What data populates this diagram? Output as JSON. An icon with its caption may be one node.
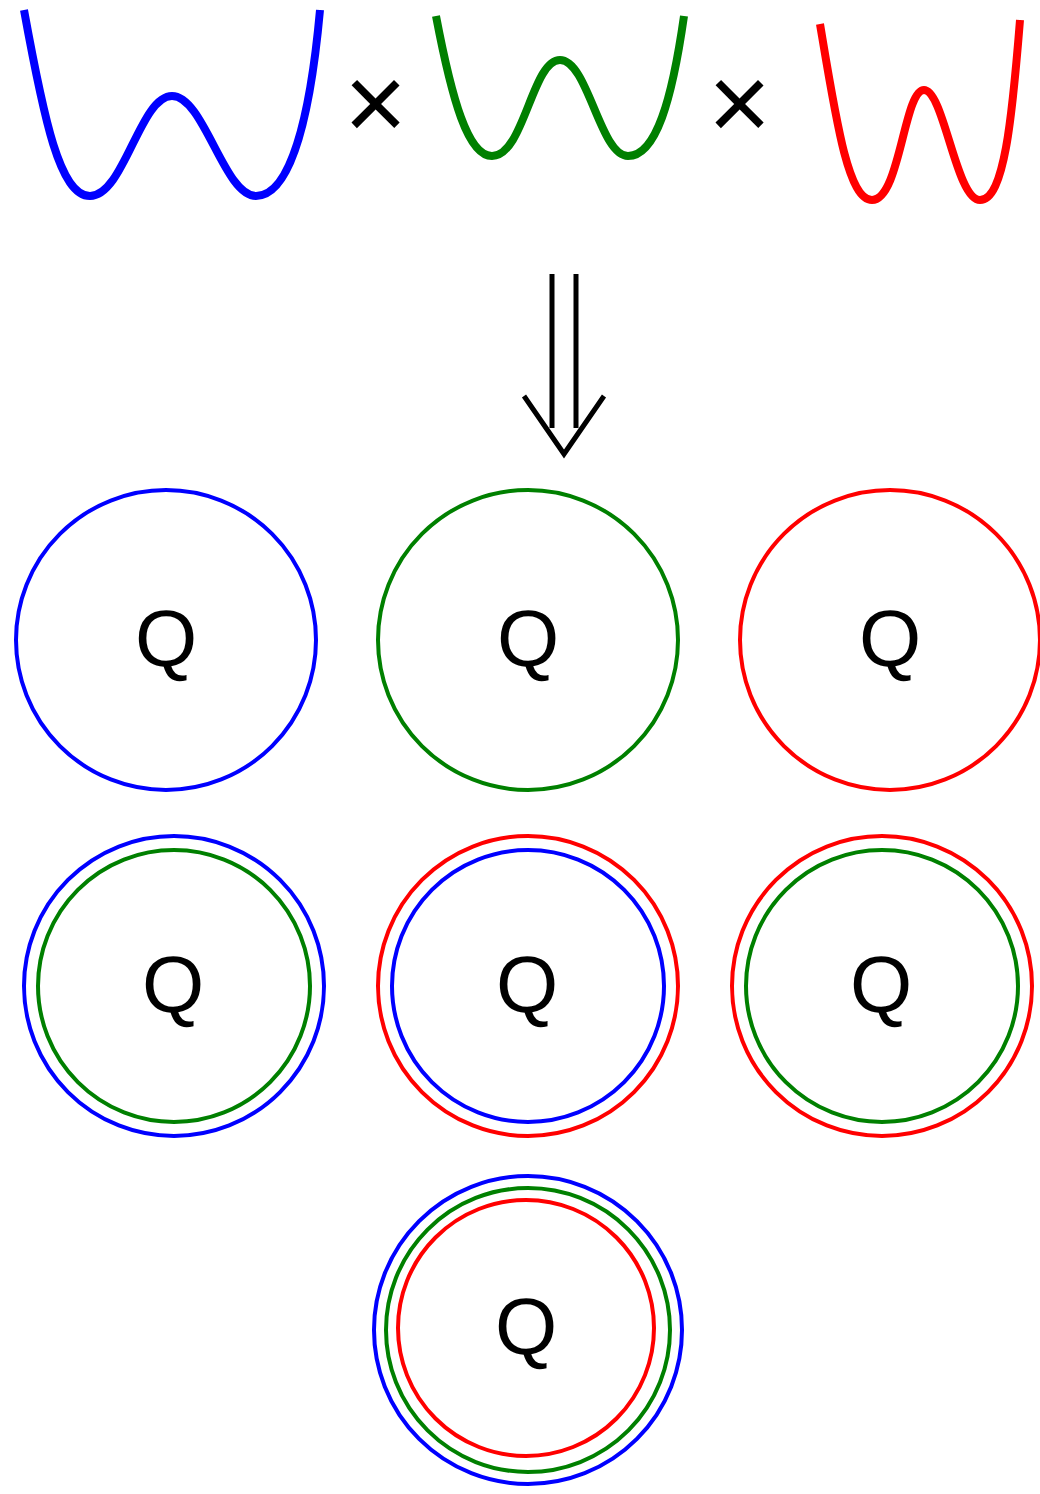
{
  "diagram": {
    "nodes": [
      {
        "text": [
          "Q"
        ]
      },
      {
        "text": [
          "Q"
        ]
      },
      {
        "text": [
          "Q"
        ]
      },
      {
        "text": [],
        "shape": "circle"
      },
      {
        "text": [
          "Q"
        ],
        "in": 3
      },
      {
        "text": [],
        "shape": "circle"
      },
      {
        "text": [
          "Q"
        ],
        "in": 5
      },
      {
        "text": [],
        "shape": "circle"
      },
      {
        "text": [
          "Q"
        ],
        "in": 7
      },
      {
        "text": [],
        "shape": "circle"
      },
      {
        "text": [],
        "shape": "circle",
        "in": 9
      },
      {
        "text": [
          "Q"
        ],
        "in": 10
      }
    ],
    "labels": [
      "×",
      "×"
    ]
  }
}
